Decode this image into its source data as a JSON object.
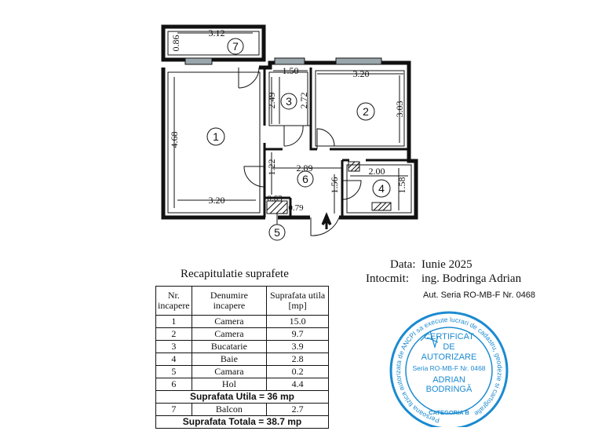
{
  "plan": {
    "rooms": [
      "1",
      "2",
      "3",
      "4",
      "5",
      "6",
      "7"
    ],
    "dims": {
      "balcony_w": "3.12",
      "balcony_h": "0.86",
      "r1_h": "4.68",
      "r1_w": "3.20",
      "r3_w": "1.50",
      "r3_h1": "2.49",
      "r3_h2": "2.72",
      "r2_w": "3.20",
      "r2_h": "3.03",
      "hall_w": "2.89",
      "hall_h1": "1.22",
      "hall_h2": "1.56",
      "r4_w": "2.00",
      "r4_h": "1.58",
      "r5_w": "0.63",
      "r5_h": "0.79"
    },
    "colors": {
      "line": "#111111",
      "window": "#9aa7ad"
    }
  },
  "recap": {
    "title": "Recapitulatie suprafete",
    "headers": [
      "Nr. incapere",
      "Denumire incapere",
      "Suprafata utila [mp]"
    ],
    "rows": [
      [
        "1",
        "Camera",
        "15.0"
      ],
      [
        "2",
        "Camera",
        "9.7"
      ],
      [
        "3",
        "Bucatarie",
        "3.9"
      ],
      [
        "4",
        "Baie",
        "2.8"
      ],
      [
        "5",
        "Camara",
        "0.2"
      ],
      [
        "6",
        "Hol",
        "4.4"
      ]
    ],
    "total_utila": "Suprafata Utila = 36 mp",
    "balcony_row": [
      "7",
      "Balcon",
      "2.7"
    ],
    "total_totala": "Suprafata Totala = 38.7 mp"
  },
  "info": {
    "date_label": "Data:",
    "date_value": "Iunie 2025",
    "author_label": "Intocmit:",
    "author_value": "ing. Bodringa Adrian",
    "authorization": "Aut. Seria RO-MB-F Nr. 0468"
  },
  "stamp": {
    "ring_text": "Persoana fizica autorizata de ANCPI sa execute lucrari de cadastru, geodezie si cartografie",
    "line1": "CERTIFICAT",
    "line2": "DE",
    "line3": "AUTORIZARE",
    "line4": "Seria RO-MB-F Nr. 0468",
    "line5": "ADRIAN",
    "line6": "BODRINGĂ",
    "category": "CATEGORIA B",
    "color": "#1b8ad0"
  }
}
